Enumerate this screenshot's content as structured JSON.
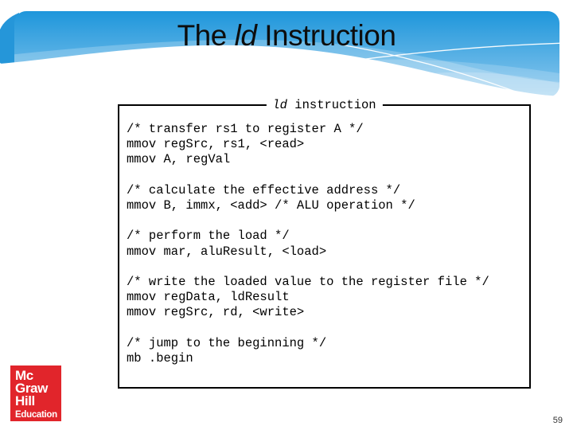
{
  "slide": {
    "title": {
      "prefix": "The ",
      "italic": "ld",
      "suffix": " Instruction"
    },
    "page_number": "59"
  },
  "codebox": {
    "legend_italic": "ld",
    "legend_rest": " instruction",
    "lines": [
      "/* transfer rs1 to register A */",
      "mmov regSrc, rs1, <read>",
      "mmov A, regVal",
      "",
      "/* calculate the effective address */",
      "mmov B, immx, <add> /* ALU operation */",
      "",
      "/* perform the load */",
      "mmov mar, aluResult, <load>",
      "",
      "/* write the loaded value to the register file */",
      "mmov regData, ldResult",
      "mmov regSrc, rd, <write>",
      "",
      "/* jump to the beginning */",
      "mb .begin"
    ]
  },
  "logo": {
    "line1": "Mc",
    "line2": "Graw",
    "line3": "Hill",
    "line4": "Education",
    "bg_color": "#e1252b"
  },
  "theme": {
    "banner_blue_top": "#1e96db",
    "banner_blue_bottom": "#8ec9ee",
    "title_text_color": "#0d0d0d"
  }
}
